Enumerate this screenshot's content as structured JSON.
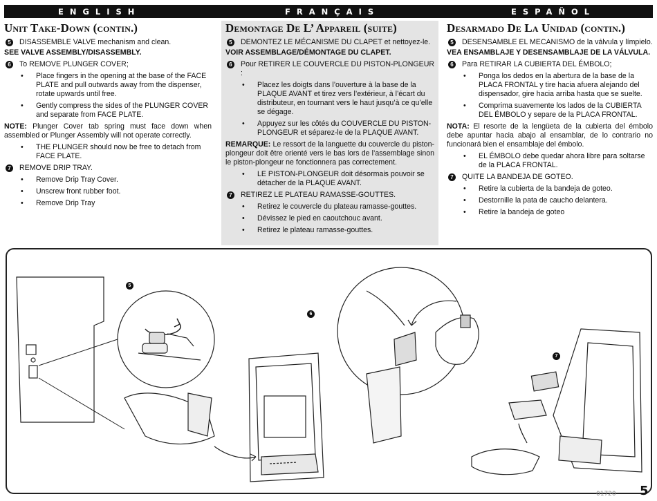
{
  "lang_bar": {
    "english": "ENGLISH",
    "francais": "FRANÇAIS",
    "espanol": "ESPAÑOL"
  },
  "english": {
    "heading": "Unit Take-Down (contin.)",
    "step5_num": "5",
    "step5": "DISASSEMBLE VALVE mechanism and clean.",
    "see": "SEE VALVE ASSEMBLY/DISASSEMBLY.",
    "step6_num": "6",
    "step6": "To REMOVE PLUNGER COVER;",
    "b1": "Place fingers in the opening at the base of the FACE PLATE and pull outwards away from the dispenser, rotate upwards until free.",
    "b2": "Gently compress the sides of the PLUNGER COVER and separate from FACE PLATE.",
    "note_label": "NOTE:",
    "note": "Plunger Cover tab spring must face down when assembled or Plunger Assembly will not operate correctly.",
    "b3": "THE PLUNGER should now be free to detach from FACE PLATE.",
    "step7_num": "7",
    "step7": "REMOVE DRIP TRAY.",
    "b4": "Remove Drip Tray Cover.",
    "b5": "Unscrew front rubber foot.",
    "b6": "Remove Drip Tray"
  },
  "francais": {
    "heading": "Demontage De L’ Appareil (suite)",
    "step5_num": "5",
    "step5": "DEMONTEZ LE MÉCANISME DU CLAPET et nettoyez-le.",
    "see": "VOIR ASSEMBLAGE/DÉMONTAGE DU CLAPET.",
    "step6_num": "6",
    "step6": "Pour RETIRER LE COUVERCLE DU PISTON-PLONGEUR :",
    "b1": "Placez les doigts dans l’ouverture à la base de la PLAQUE AVANT et tirez vers l’extérieur, à l’écart du distributeur, en tournant vers le haut jusqu’à ce qu’elle se dégage.",
    "b2": "Appuyez sur les côtés du COUVERCLE DU PISTON-PLONGEUR et séparez-le de la PLAQUE AVANT.",
    "note_label": "REMARQUE:",
    "note": "Le ressort de la languette du couvercle du piston-plongeur doit être orienté vers le bas lors de l’assemblage sinon le piston-plongeur ne fonctionnera pas correctement.",
    "b3": "LE PISTON-PLONGEUR doit désormais pouvoir se détacher de la PLAQUE AVANT.",
    "step7_num": "7",
    "step7": "RETIREZ LE PLATEAU RAMASSE-GOUTTES.",
    "b4": "Retirez le couvercle du plateau ramasse-gouttes.",
    "b5": "Dévissez le pied en caoutchouc avant.",
    "b6": "Retirez le plateau ramasse-gouttes."
  },
  "espanol": {
    "heading": "Desarmado De La Unidad (contin.)",
    "step5_num": "5",
    "step5": "DESENSAMBLE EL MECANISMO de la válvula y límpielo.",
    "see": "VEA ENSAMBLAJE Y DESENSAMBLAJE DE LA VÁLVULA.",
    "step6_num": "6",
    "step6": "Para RETIRAR LA CUBIERTA DEL ÉMBOLO;",
    "b1": "Ponga los dedos en la abertura de la base de la PLACA FRONTAL y tire hacia afuera alejando del dispensador, gire hacia arriba hasta que se suelte.",
    "b2": "Comprima suavemente los lados de la CUBIERTA DEL ÉMBOLO y separe de la PLACA FRONTAL.",
    "note_label": "NOTA:",
    "note": "El resorte de la lengüeta de la cubierta del émbolo debe apuntar hacia abajo al ensamblar, de lo contrario no funcionará bien el ensamblaje del émbolo.",
    "b3": "EL ÉMBOLO debe quedar ahora libre para soltarse de la PLACA FRONTAL.",
    "step7_num": "7",
    "step7": "QUITE LA BANDEJA DE GOTEO.",
    "b4": "Retire la cubierta de la bandeja de goteo.",
    "b5": "Destornille la pata de caucho delantera.",
    "b6": "Retire la bandeja de goteo"
  },
  "figures": {
    "fig5": "5",
    "fig6": "6",
    "fig7": "7"
  },
  "footer": {
    "code": "01720",
    "page": "5"
  }
}
